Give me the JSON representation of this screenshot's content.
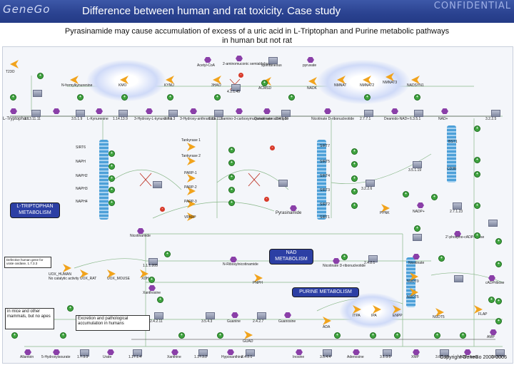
{
  "header": {
    "logo": "GeneGo",
    "title": "Difference between human and rat toxicity. Case study",
    "confidential": "CONFIDENTIAL"
  },
  "subtitle": {
    "line1": "Pyrasinamide may cause accumulation of excess of a uric acid in L-Triptophan and Purine metabolic pathways",
    "line2": "in human but not rat"
  },
  "diagram": {
    "boxes": {
      "tript": "L-TRIPTOPHAN METABOLISM",
      "nad": "NAD METABOLISM",
      "purine": "PURINE METABOLISM",
      "mice": "in mice and other mammals, but no apes",
      "excretion": "Excretion and pathological accumulation in humans",
      "uox_note": "Defective human gene for urate oxidase, 1.7.3.3"
    },
    "labels": {
      "n1": "T23O",
      "n2": "N-formylkynurenine",
      "n3": "KMO",
      "n4": "KYNU",
      "n5": "3HAO",
      "n6": "ACMSD",
      "n7": "NADK",
      "n8": "NMNAT",
      "n9": "NMNAT2",
      "n10": "NMNAT3",
      "n11": "NADSYN1",
      "n12": "Acetyl-CoA",
      "n13": "2-aminomuconic semialdehyde",
      "n14": "spontaneous",
      "n15": "pyruvate",
      "n16": "L-Tryptophan",
      "n17": "L-Kynurenine",
      "n18": "3-Hydroxy-L-kynurenine",
      "n19": "3-Hydroxy-anthranilate",
      "n20": "2-amino-3-carboxymuconate semialdehyde",
      "n21": "Quinolinate",
      "n22": "Nicotinate D-ribonucleotide",
      "n23": "Deamido-NAD+",
      "n24": "NAD+",
      "n25": "SIRT6",
      "n26": "NAPH",
      "n27": "NAPH2",
      "n28": "NAPH3",
      "n29": "NAPH4",
      "n30": "Tankyrase 1",
      "n31": "Tankyrase 2",
      "n32": "PARP-1",
      "n33": "PARP-2",
      "n34": "PARP-3",
      "n35": "VPARP",
      "n36": "SIRT7",
      "n37": "SIRT5",
      "n38": "SIRT4",
      "n39": "SIRT3",
      "n40": "SIRT2",
      "n41": "SIRT1",
      "n42": "Pyrasinamide",
      "n43": "Nicotinamide",
      "n44": "NADP+",
      "n45": "PPNK",
      "n46": "BST1",
      "n47": "CD38",
      "n48": "cADPribose",
      "n49": "2'-phospho-cADP-ribose",
      "n50": "Nicotinate",
      "n51": "Nicotinate D-ribonucleotide",
      "n52": "N-Ribosylnicotinamide",
      "n53": "UOX_HUMAN",
      "n54": "UOX_RAT",
      "n55": "UOX_MOUSE",
      "n56": "XDH",
      "n57": "PNPH",
      "n58": "Xanthosine",
      "n59": "Guanine",
      "n60": "Guanosine",
      "n61": "GUAD",
      "n62": "ADA",
      "n63": "NUDT9",
      "n64": "NUDT5",
      "n65": "Allantoin",
      "n66": "5-Hydroxyisourate",
      "n67": "Urate",
      "n68": "Xanthine",
      "n69": "Hypoxanthine",
      "n70": "Inosine",
      "n71": "Adenosine",
      "n72": "XMP",
      "n73": "ADP-ribose",
      "n74": "AMP",
      "n75": "FLAP",
      "n76": "ITPA",
      "n77": "IPA",
      "n78": "ENPP",
      "n79": "NUDT5",
      "n80": "No catalytic activity"
    },
    "ecs": {
      "e1": "1.13.11.11",
      "e2": "3.5.1.9",
      "e3": "1.14.13.9",
      "e4": "3.7.1.3",
      "e5": "1.13.11.6",
      "e6": "4.1.1.45",
      "e7": "2.4.2.19",
      "e8": "2.7.7.1",
      "e9": "6.3.5.1",
      "e10": "3.2.2.5",
      "e11": "2.7.1.23",
      "e12": "3.5.1.19",
      "e13": "2.4.2.1",
      "e14": "3.2.2.6",
      "e15": "1.7.3.3",
      "e16": "1.17.1.4",
      "e17": "3.5.4.4",
      "e18": "3.1.3.5",
      "e19": "3.6.1.13",
      "e20": "2.4.2.1",
      "e21": "1.1.1.205",
      "e22": "2.4.2.11",
      "e23": "2.4.2.7",
      "e24": "3.5.4.3",
      "e25": "1.17.3.2",
      "e26": "3.5.1.1"
    }
  },
  "footer": {
    "copyright": "Copyright GeneGo 2000-2006"
  }
}
